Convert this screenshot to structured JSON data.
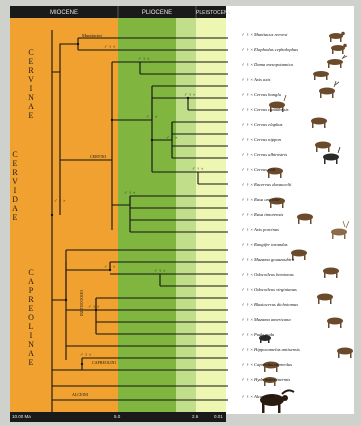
{
  "header": {
    "col1": "MIOCENE",
    "col2": "PLIOCENE",
    "col3": "PLEISTOCENE"
  },
  "subfamilies": {
    "cervinae": "CERVINAE",
    "capreolinae": "CAPREOLINAE",
    "cervidae": "CERVIDAE"
  },
  "clades": {
    "cervini": "CERVINI",
    "odocoileini": "ODOCOILEINI",
    "capreolini": "CAPREOLINI",
    "alceini": "ALCEINI",
    "muntiacini": "Muntiacini"
  },
  "scale": [
    "10.00 Ma",
    "5.0",
    "2.6",
    "0.01"
  ],
  "leaves": [
    {
      "sym": "♂ ♀ ×",
      "name": "Muntiacus reevesi"
    },
    {
      "sym": "♂ ♀ ×",
      "name": "Elaphodus cephalophus"
    },
    {
      "sym": "♂ ♀ ×",
      "name": "Dama mesopotamica"
    },
    {
      "sym": "♂ ♀ ×",
      "name": "Axis axis"
    },
    {
      "sym": "♂ ♀ ×",
      "name": "Cervus hanglu"
    },
    {
      "sym": "♂ ♀ ×",
      "name": "Cervus canadensis"
    },
    {
      "sym": "♂ ♀ ×",
      "name": "Cervus elaphus"
    },
    {
      "sym": "♂ ♀ ×",
      "name": "Cervus nippon"
    },
    {
      "sym": "♂ ♀ ×",
      "name": "Cervus albirostris"
    },
    {
      "sym": "♂ ♀ ×",
      "name": "Cervus eldi"
    },
    {
      "sym": "♂ ♀ ×",
      "name": "Rucervus duvaucelii"
    },
    {
      "sym": "♂ ♀ ×",
      "name": "Rusa unicolor"
    },
    {
      "sym": "♂ ♀ ×",
      "name": "Rusa timorensis"
    },
    {
      "sym": "♂ ♀ ×",
      "name": "Axis porcinus"
    },
    {
      "sym": "♂ ♀ ×",
      "name": "Rangifer tarandus"
    },
    {
      "sym": "♂ ♀ ×",
      "name": "Mazama gouazoubira"
    },
    {
      "sym": "♂ ♀ ×",
      "name": "Odocoileus hemionus"
    },
    {
      "sym": "♂ ♀ ×",
      "name": "Odocoileus virginianus"
    },
    {
      "sym": "♂ ♀ ×",
      "name": "Blastocerus dichotomus"
    },
    {
      "sym": "♂ ♀ ×",
      "name": "Mazama americana"
    },
    {
      "sym": "♂ ♀ ×",
      "name": "Pudu puda"
    },
    {
      "sym": "♂ ♀ ×",
      "name": "Hippocamelus antisensis"
    },
    {
      "sym": "♂ ♀ ×",
      "name": "Capreolus capreolus"
    },
    {
      "sym": "♂ ♀ ×",
      "name": "Hydropotes inermis"
    },
    {
      "sym": "♂ ♀ ×",
      "name": "Alces alces"
    }
  ],
  "node_marks": "♂ ♀ ×",
  "colors": {
    "miocene": "#f0a12f",
    "pliocene_dark": "#7fb540",
    "pliocene_light": "#c3e08d",
    "pleistocene": "#eef7b3",
    "recent": "#ffffff",
    "header": "#1a1a1a",
    "branch": "#111111"
  }
}
